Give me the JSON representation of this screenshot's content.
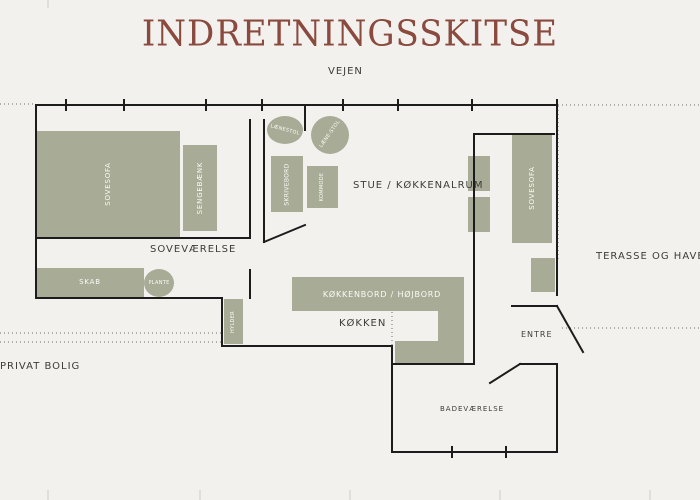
{
  "title": "INDRETNINGSSKITSE",
  "labels": {
    "road": "VEJEN",
    "terrace": "TERASSE OG HAVE",
    "private": "PRIVAT BOLIG",
    "bedroom": "SOVEVÆRELSE",
    "living": "STUE / KØKKENALRUM",
    "kitchen": "KØKKEN",
    "entry": "ENTRE",
    "bathroom": "BADEVÆRELSE"
  },
  "furniture": {
    "sofa_bed_left": "SOVESOFA",
    "bench": "SENGEBÆNK",
    "wardrobe": "SKAB",
    "plant": "PLANTE",
    "desk": "SKRIVEBORD",
    "dresser": "KOMMODE",
    "armchair_1": "LÆNESTOL",
    "armchair_2": "LÆNE-STOL",
    "sofa_bed_right": "SOVESOFA",
    "counter": "KØKKENBORD / HØJBORD",
    "shelves": "HYLDER"
  },
  "colors": {
    "background": "#f3f1ee",
    "furniture": "#a8ac96",
    "wall": "#1c1c1c",
    "title": "#8a4a3e"
  }
}
